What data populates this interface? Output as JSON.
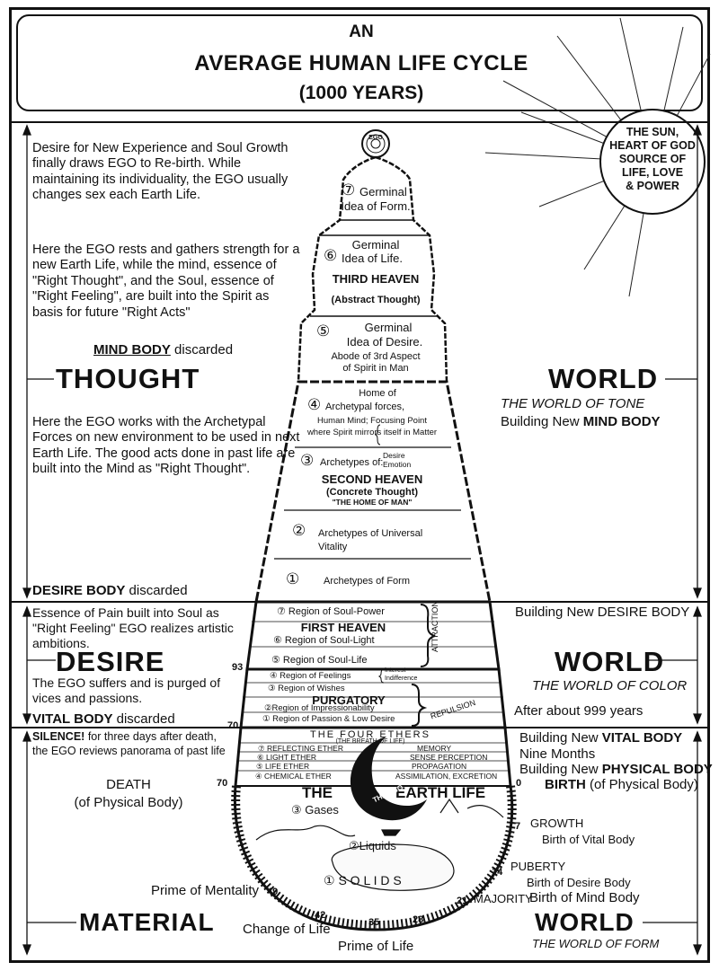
{
  "title": {
    "line1": "AN",
    "line2": "AVERAGE HUMAN LIFE CYCLE",
    "line3": "(1000 YEARS)"
  },
  "sun": {
    "line1": "THE SUN,",
    "line2": "HEART OF GOD",
    "line3": "SOURCE OF",
    "line4": "LIFE, LOVE",
    "line5": "& POWER"
  },
  "left": {
    "p1": "Desire for New Experience and Soul Growth finally draws EGO to Re-birth. While maintaining its individuality, the EGO usually changes sex each Earth Life.",
    "p2": "Here the EGO rests and gathers strength for a new Earth Life, while the mind, essence of \"Right Thought\", and the Soul, essence of \"Right Feeling\", are built into the Spirit as basis for future \"Right Acts\"",
    "mind_body": "MIND BODY",
    "discarded": "discarded",
    "thought": "THOUGHT",
    "p3": "Here the EGO works with the Archetypal Forces on new environment to be used in next Earth Life. The good acts done in past life are built into the Mind as \"Right Thought\".",
    "desire_body": "DESIRE BODY",
    "p4": "Essence of Pain built into Soul as \"Right Feeling\" EGO realizes artistic ambitions.",
    "desire": "DESIRE",
    "p5": "The EGO suffers and is purged of vices and passions.",
    "vital_body": "VITAL BODY",
    "silence": "SILENCE!",
    "silence_text1": "for three days after death,",
    "silence_text2": "the EGO reviews panorama of past life",
    "death": "DEATH",
    "death_sub": "(of Physical Body)",
    "prime_mentality": "Prime of Mentality",
    "material": "MATERIAL",
    "change_of_life": "Change of Life",
    "prime_life": "Prime of Life"
  },
  "right": {
    "world": "WORLD",
    "world_tone": "THE WORLD OF TONE",
    "building_mind": "Building New",
    "mind_body": "MIND BODY",
    "building_desire": "Building New DESIRE BODY",
    "world_color": "THE WORLD OF COLOR",
    "after_999": "After about 999 years",
    "building_vital": "Building New",
    "vital_body": "VITAL BODY",
    "nine_months": "Nine Months",
    "building_physical": "Building New",
    "physical_body": "PHYSICAL BODY",
    "birth": "BIRTH",
    "birth_sub": "(of Physical Body)",
    "growth": "GROWTH",
    "birth_vital": "Birth of Vital Body",
    "puberty": "PUBERTY",
    "birth_desire": "Birth of Desire Body",
    "majority": "MAJORITY",
    "birth_mind": "Birth of Mind Body",
    "world_form": "THE WORLD OF FORM"
  },
  "center": {
    "ego": "EGO",
    "r7_num": "⑦",
    "r7_a": "Germinal",
    "r7_b": "Idea of Form.",
    "r6_num": "⑥",
    "r6_a": "Germinal",
    "r6_b": "Idea of Life.",
    "third_heaven": "THIRD HEAVEN",
    "abstract": "(Abstract Thought)",
    "r5_num": "⑤",
    "r5_a": "Germinal",
    "r5_b": "Idea of Desire.",
    "r5_c": "Abode of 3rd Aspect",
    "r5_d": "of Spirit in Man",
    "r4_num": "④",
    "r4_a": "Home of",
    "r4_b": "Archetypal forces,",
    "r4_c": "Human Mind; Focusing Point",
    "r4_d": "where Spirit mirrors itself in Matter",
    "r3_num": "③",
    "r3_a": "Archetypes of:",
    "r3_b": "Desire",
    "r3_c": "Emotion",
    "second_heaven": "SECOND HEAVEN",
    "concrete": "(Concrete Thought)",
    "home_of_man": "\"THE HOME OF MAN\"",
    "r2_num": "②",
    "r2_a": "Archetypes of Universal",
    "r2_b": "Vitality",
    "r1_num": "①",
    "r1_a": "Archetypes of Form",
    "d7": "⑦ Region of Soul-Power",
    "first_heaven": "FIRST HEAVEN",
    "d6": "⑥ Region of Soul-Light",
    "d5": "⑤ Region of Soul-Life",
    "attraction": "ATTRACTION",
    "d4": "④ Region of Feelings",
    "interest": "Interest",
    "indifference": "Indifference",
    "d3": "③ Region of Wishes",
    "purgatory": "PURGATORY",
    "d2": "②Region of Impressionability",
    "d1": "① Region of Passion & Low Desire",
    "repulsion": "REPULSION",
    "four_ethers": "THE FOUR            ETHERS",
    "breath_of_life": "(THE BREATH        OF LIFE)",
    "e7": "⑦ REFLECTING ETHER",
    "e7r": "MEMORY",
    "e6": "⑥ LIGHT ETHER",
    "e6r": "SENSE PERCEPTION",
    "e5": "⑤ LIFE ETHER",
    "e5r": "PROPAGATION",
    "e4": "④ CHEMICAL ETHER",
    "e4r": "ASSIMILATION, EXCRETION",
    "the": "THE",
    "earth_life": "EARTH LIFE",
    "moon_text": "THE EGO",
    "gases": "③ Gases",
    "liquids": "②Liquids",
    "solids": "①  S O L I D S"
  },
  "ages": {
    "a93": "93",
    "a70a": "70",
    "a70b": "70",
    "a0": "0",
    "a7": "7",
    "a14": "14",
    "a21": "21",
    "a28": "28",
    "a35": "35",
    "a42": "42",
    "a49": "49"
  }
}
